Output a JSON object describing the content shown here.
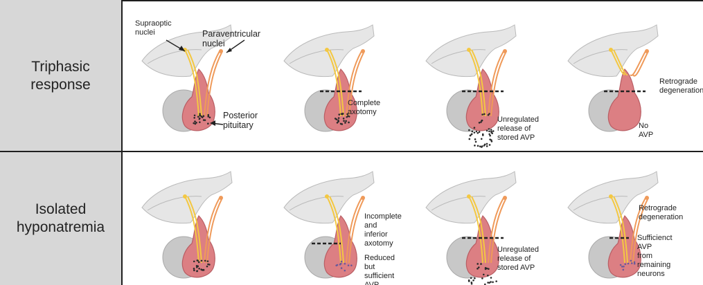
{
  "rows": [
    {
      "label": "Triphasic\nresponse",
      "panels": [
        {
          "annotations": [
            "Supraoptic\nnuclei",
            "Paraventricular nuclei",
            "Posterior\npituitary"
          ]
        },
        {
          "annotations": [
            "Complete\naxotomy"
          ]
        },
        {
          "annotations": [
            "Unregulated\nrelease of\nstored AVP"
          ]
        },
        {
          "annotations": [
            "Retrograde\ndegeneration",
            "No AVP"
          ]
        }
      ]
    },
    {
      "label": "Isolated\nhyponatremia",
      "panels": [
        {
          "annotations": []
        },
        {
          "annotations": [
            "Incomplete\nand inferior\naxotomy",
            "Reduced but\nsufficient AVP"
          ]
        },
        {
          "annotations": [
            "Unregulated\nrelease of\nstored AVP"
          ]
        },
        {
          "annotations": [
            "Retrograde\ndegeneration",
            "Sufficienct AVP\nfrom remaining\nneurons"
          ]
        }
      ]
    }
  ],
  "colors": {
    "brain": "#e6e6e6",
    "brain_edge": "#b9b9b9",
    "gland_shadow": "#c8c8c8",
    "pituitary": "#dc7f83",
    "pituitary_edge": "#b85d63",
    "supraoptic_axon": "#f4c842",
    "paraventricular_axon": "#ef9a5a",
    "granules": "#2b2b2b",
    "cut_line": "#222222"
  }
}
